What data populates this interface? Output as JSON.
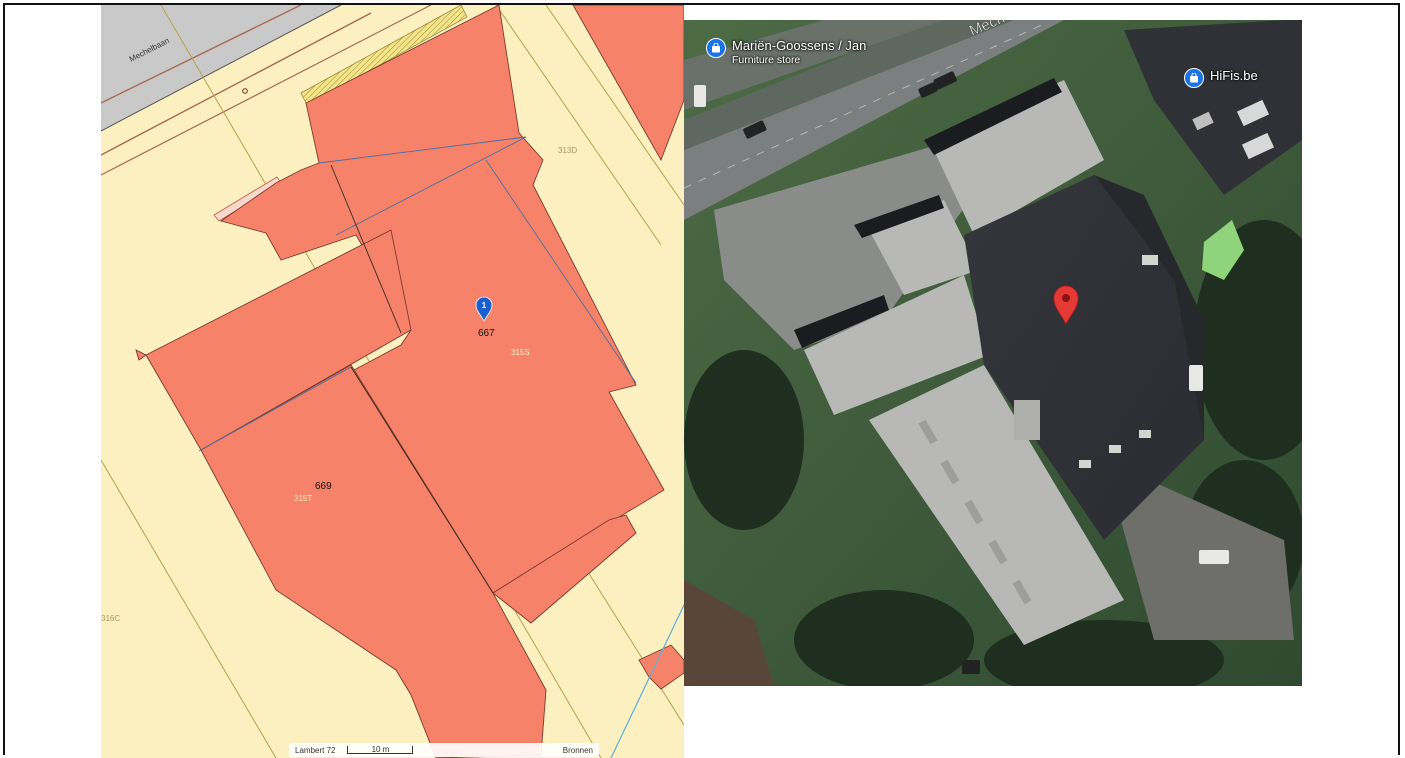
{
  "cadastral": {
    "road_name": "Mechelbaan",
    "marker_number": "1",
    "parcels": [
      {
        "number": "667",
        "code": "315S"
      },
      {
        "number": "669",
        "code": "315T"
      }
    ],
    "neighbour_codes": {
      "top_right": "313D",
      "left": "316C"
    },
    "scale": {
      "projection": "Lambert 72",
      "length": "10 m",
      "sources": "Bronnen"
    },
    "colors": {
      "building": "#f7826a",
      "land": "#fcefc0",
      "road": "#c8c8c8",
      "marker": "#1a5fd0"
    }
  },
  "satellite": {
    "road_name": "Mech",
    "places": [
      {
        "name": "Mariën-Goossens / Jan",
        "category": "Furniture store",
        "icon": "shopping-bag-icon"
      },
      {
        "name": "HiFis.be",
        "category": "",
        "icon": "shopping-bag-icon"
      }
    ],
    "colors": {
      "pin": "#e53935",
      "place_icon": "#1a73e8"
    }
  }
}
